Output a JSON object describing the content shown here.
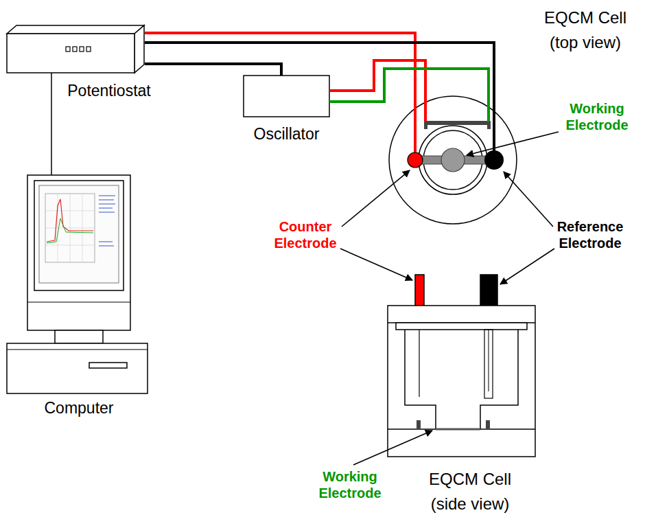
{
  "diagram": {
    "nodes": [
      {
        "text": [
          "Potentiostat"
        ]
      },
      {
        "text": [
          "Oscillator"
        ]
      },
      {
        "text": [
          "Computer"
        ]
      },
      {
        "text": [
          "EQCM Cell (top view)"
        ]
      },
      {
        "text": [
          "EQCM Cell (side view)"
        ]
      }
    ],
    "edges": [
      {
        "from": 0,
        "to": 2,
        "arrow": "none"
      },
      {
        "from": 0,
        "to": 1,
        "arrow": "none"
      },
      {
        "from": 0,
        "to": 3,
        "arrow": "none"
      },
      {
        "from": 0,
        "to": 3,
        "arrow": "none"
      },
      {
        "from": 1,
        "to": 3,
        "arrow": "none"
      },
      {
        "from": 1,
        "to": 3,
        "arrow": "none"
      }
    ],
    "labels": [
      "Working Electrode",
      "Counter Electrode",
      "Reference Electrode",
      "Working Electrode"
    ]
  }
}
